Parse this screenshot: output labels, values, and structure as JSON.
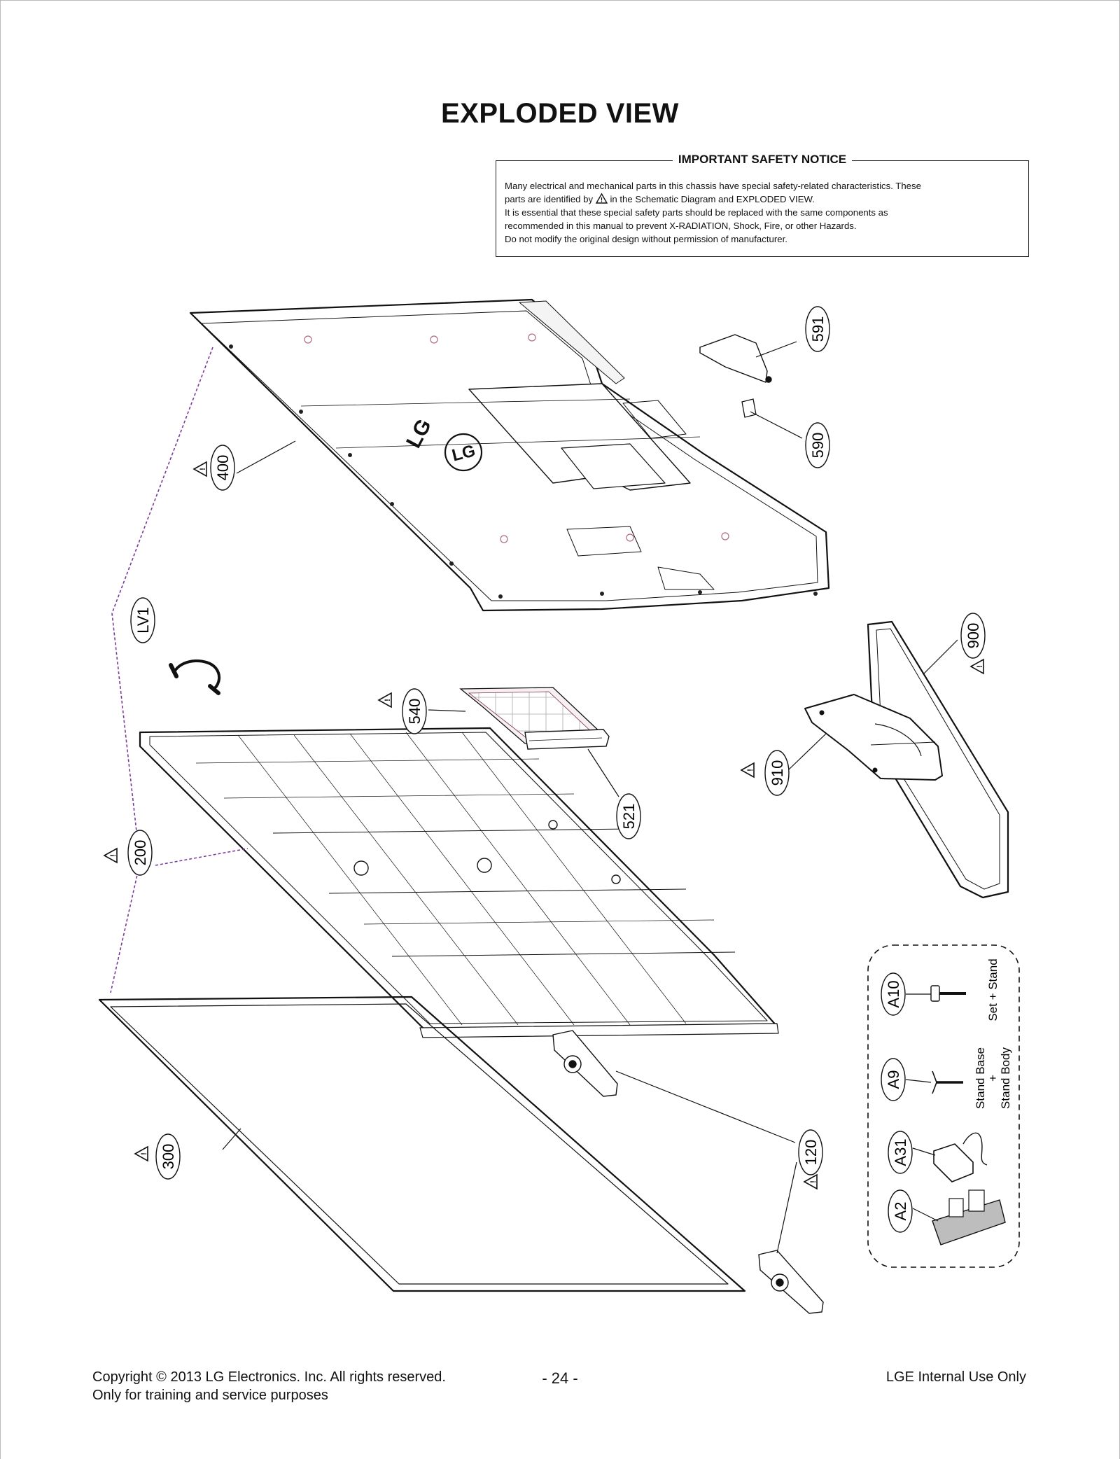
{
  "title": "EXPLODED VIEW",
  "notice": {
    "heading": "IMPORTANT SAFETY NOTICE",
    "line1": "Many electrical and mechanical parts in this chassis have special safety-related characteristics. These",
    "line2a": "parts are identified by",
    "line2b": "in the Schematic Diagram and EXPLODED VIEW.",
    "line3": "It is essential that these special safety parts should be replaced with the same components as",
    "line4": "recommended in this manual to prevent X-RADIATION, Shock, Fire, or other Hazards.",
    "line5": "Do not modify the original design without permission of manufacturer."
  },
  "parts": {
    "p591": "591",
    "p590": "590",
    "p400": "400",
    "pLV1": "LV1",
    "p540": "540",
    "p521": "521",
    "p900": "900",
    "p910": "910",
    "p200": "200",
    "p300": "300",
    "p120": "120",
    "pA10": "A10",
    "pA9": "A9",
    "pA31": "A31",
    "pA2": "A2"
  },
  "accessory_notes": {
    "a10_note": "Set + Stand",
    "a9_note_line1": "Stand Base",
    "a9_note_line2": "+",
    "a9_note_line3": "Stand Body"
  },
  "logo_text": "LG",
  "footer": {
    "copyright": "Copyright  © 2013 LG Electronics. Inc. All rights reserved.",
    "purpose": "Only for training and service purposes",
    "page": "- 24 -",
    "internal": "LGE Internal Use Only"
  }
}
